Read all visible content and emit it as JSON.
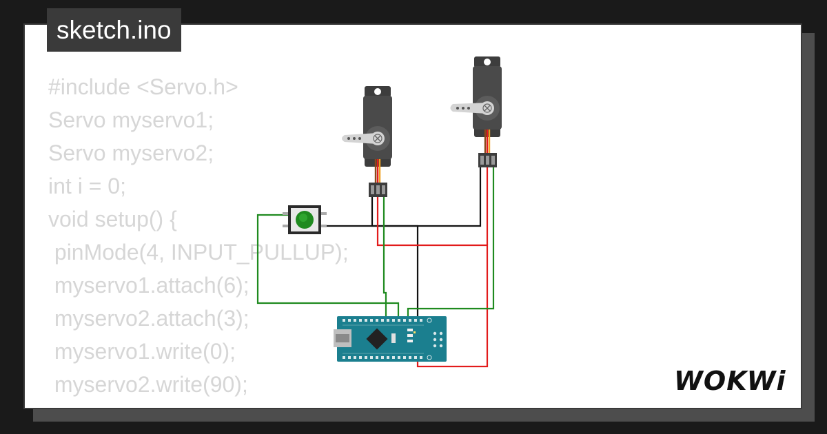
{
  "title": "sketch.ino",
  "code_lines": [
    "#include <Servo.h>",
    "Servo myservo1;",
    "Servo myservo2;",
    "int i = 0;",
    "void setup() {",
    " pinMode(4, INPUT_PULLUP);",
    " myservo1.attach(6);",
    " myservo2.attach(3);",
    " myservo1.write(0);",
    " myservo2.write(90);",
    "}"
  ],
  "logo_text": "WOKWi",
  "components": {
    "servo1": "servo-1",
    "servo2": "servo-2",
    "button": "pushbutton",
    "board": "arduino-nano"
  },
  "colors": {
    "background": "#1a1a1a",
    "card": "#ffffff",
    "title_bg": "#3a3a3a",
    "code_text": "#d6d6d6",
    "wire_black": "#111111",
    "wire_red": "#e21b1b",
    "wire_green": "#1f8a1f",
    "board": "#1b7f8f",
    "button_cap": "#1f8a1f",
    "servo_body": "#4a4a4a"
  }
}
